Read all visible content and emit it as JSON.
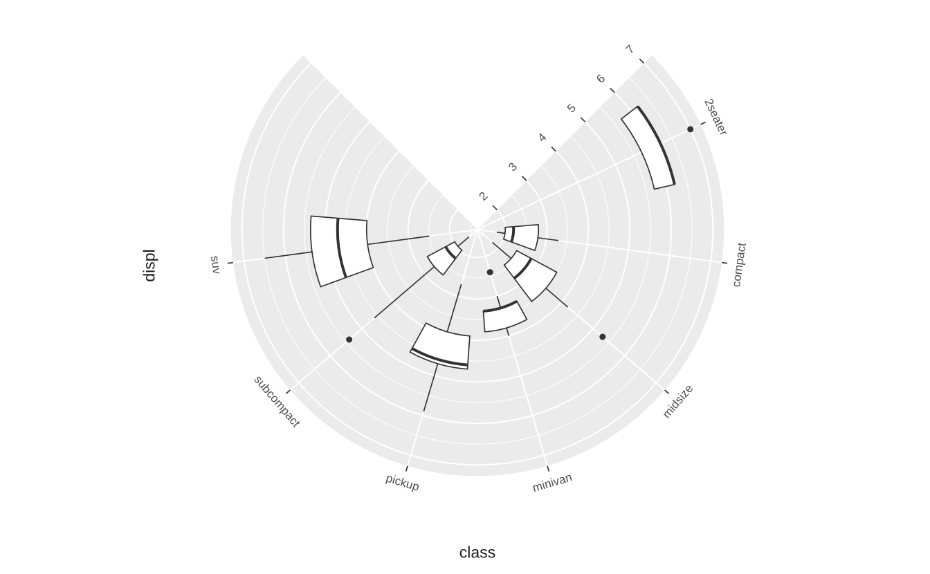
{
  "figure": {
    "background": "#FFFFFF",
    "panel_fill": "#EBEBEB",
    "grid_color": "#FFFFFF",
    "axis_text_color": "#4D4D4D",
    "axis_title_color": "#1A1A1A",
    "geom_stroke_color": "#333333",
    "geom_fill_color": "#FFFFFF"
  },
  "chart_data": {
    "type": "polar-boxplot",
    "title": "",
    "xlabel": "class",
    "ylabel": "displ",
    "categories": [
      "2seater",
      "compact",
      "midsize",
      "minivan",
      "pickup",
      "subcompact",
      "suv"
    ],
    "r_axis": {
      "breaks": [
        2,
        3,
        4,
        5,
        6,
        7
      ],
      "minor_breaks": [
        1.5,
        2.5,
        3.5,
        4.5,
        5.5,
        6.5
      ],
      "domain": [
        1.33,
        7.27
      ]
    },
    "theta_axis": {
      "start_deg": 45,
      "end_deg": 315,
      "expand_units": 0.6
    },
    "box_width_units": 0.75,
    "series": [
      {
        "category": "2seater",
        "lower_whisker": 5.7,
        "q1": 5.7,
        "median": 6.2,
        "q3": 6.2,
        "upper_whisker": 6.2,
        "outliers": [
          7.0
        ]
      },
      {
        "category": "compact",
        "lower_whisker": 1.8,
        "q1": 2.0,
        "median": 2.2,
        "q3": 2.8,
        "upper_whisker": 3.3,
        "outliers": []
      },
      {
        "category": "midsize",
        "lower_whisker": 1.8,
        "q1": 2.4,
        "median": 2.8,
        "q3": 3.5,
        "upper_whisker": 4.2,
        "outliers": [
          5.3
        ]
      },
      {
        "category": "minivan",
        "lower_whisker": 3.0,
        "q1": 3.3,
        "median": 3.3,
        "q3": 3.8,
        "upper_whisker": 4.0,
        "outliers": [
          2.4
        ]
      },
      {
        "category": "pickup",
        "lower_whisker": 2.7,
        "q1": 3.9,
        "median": 4.6,
        "q3": 4.7,
        "upper_whisker": 5.9,
        "outliers": []
      },
      {
        "category": "subcompact",
        "lower_whisker": 1.6,
        "q1": 1.95,
        "median": 2.2,
        "q3": 2.7,
        "upper_whisker": 4.6,
        "outliers": [
          5.4
        ]
      },
      {
        "category": "suv",
        "lower_whisker": 2.5,
        "q1": 4.0,
        "median": 4.7,
        "q3": 5.35,
        "upper_whisker": 6.5,
        "outliers": []
      }
    ],
    "legend": "none",
    "grid": "on"
  }
}
